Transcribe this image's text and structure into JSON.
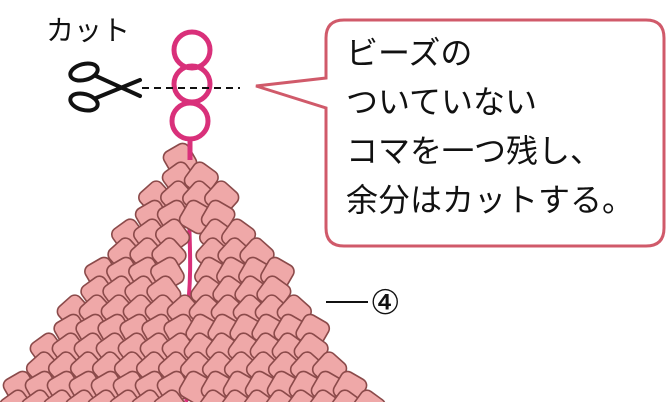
{
  "cut_label": "カット",
  "marker_label": "④",
  "callout": {
    "lines": [
      "ビーズの",
      "ついていない",
      "コマを一つ残し、",
      "余分はカットする。"
    ]
  },
  "colors": {
    "ring": "#d9307a",
    "bead_fill": "#efa8a8",
    "bead_stroke": "#8b4a4a",
    "callout_border": "#d05a6a",
    "text": "#111111"
  },
  "icons": {
    "scissors": "scissors-icon"
  }
}
